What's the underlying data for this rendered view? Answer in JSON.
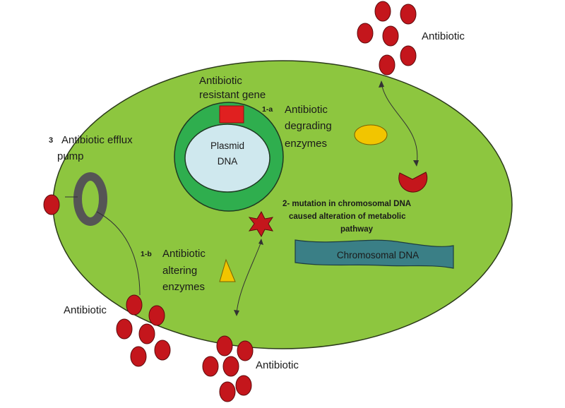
{
  "colors": {
    "cell_fill": "#8dc63f",
    "cell_stroke": "#2b3a1a",
    "plasmid_ring": "#2fae4e",
    "plasmid_core": "#cfe8ee",
    "resistant_gene": "#e02020",
    "antibiotic": "#c4161c",
    "degrading_enzyme": "#f2c500",
    "altering_enzyme": "#f2c500",
    "efflux_pump": "#555555",
    "chromosome": "#3a7f86"
  },
  "icons": [
    "antibiotic-molecule-icon",
    "efflux-pump-ring-icon",
    "enzyme-ellipse-icon",
    "enzyme-triangle-icon",
    "cut-antibiotic-icon",
    "altered-target-star-icon"
  ],
  "labels": {
    "antibiotic_top": "Antibiotic",
    "antibiotic_left": "Antibiotic",
    "antibiotic_bottom": "Antibiotic",
    "gene_line1": "Antibiotic",
    "gene_line2": "resistant gene",
    "plasmid_line1": "Plasmid",
    "plasmid_line2": "DNA",
    "mech_1a_number": "1-a",
    "mech_1a_line1": "Antibiotic",
    "mech_1a_line2": "degrading",
    "mech_1a_line3": "enzymes",
    "mech_3_number": "3",
    "mech_3_line1": "Antibiotic efflux",
    "mech_3_line2": "pump",
    "mech_2_line1": "2- mutation in chromosomal DNA",
    "mech_2_line2": "caused alteration of metabolic",
    "mech_2_line3": "pathway",
    "chromosome": "Chromosomal DNA",
    "mech_1b_number": "1-b",
    "mech_1b_line1": "Antibiotic",
    "mech_1b_line2": "altering",
    "mech_1b_line3": "enzymes"
  }
}
